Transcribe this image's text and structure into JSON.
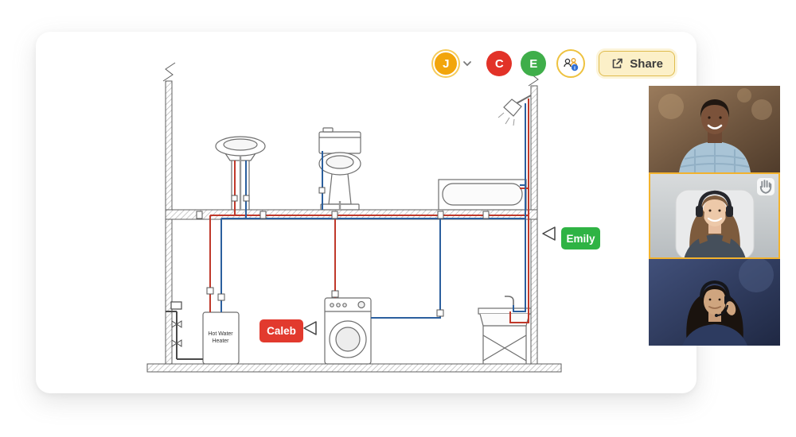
{
  "toolbar": {
    "user_avatar": {
      "label": "J",
      "color": "#f2a50c"
    },
    "collaborators": [
      {
        "label": "C",
        "color": "#e23228"
      },
      {
        "label": "E",
        "color": "#3fae4a"
      }
    ],
    "follow_button": {
      "info_glyph": "i",
      "ring_color": "#eec23f"
    },
    "share_button": {
      "label": "Share",
      "bg": "#fcf0c8",
      "border": "#dfbc4e"
    }
  },
  "cursors": {
    "emily": {
      "name": "Emily",
      "color": "#2fb344"
    },
    "caleb": {
      "name": "Caleb",
      "color": "#e23a2e"
    }
  },
  "diagram": {
    "water_heater_line1": "Hot Water",
    "water_heater_line2": "Heater",
    "hot_pipe_color": "#c0392b",
    "cold_pipe_color": "#2b5f9e"
  },
  "video_panel": {
    "participants": [
      {
        "id": "participant-1",
        "active": false
      },
      {
        "id": "participant-2",
        "active": true,
        "highlight_color": "#f2b22d"
      },
      {
        "id": "participant-3",
        "active": false
      }
    ]
  }
}
